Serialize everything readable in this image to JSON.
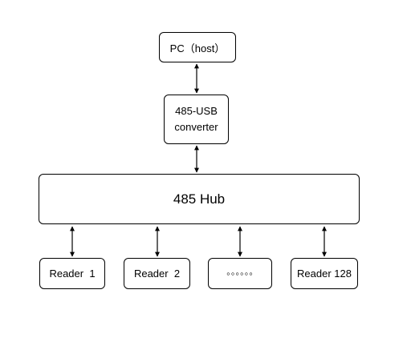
{
  "nodes": {
    "pc": "PC（host）",
    "converter_line1": "485-USB",
    "converter_line2": "converter",
    "hub": "485 Hub",
    "readers": [
      "Reader  1",
      "Reader  2",
      "◦◦◦◦◦◦",
      "Reader 128"
    ]
  }
}
